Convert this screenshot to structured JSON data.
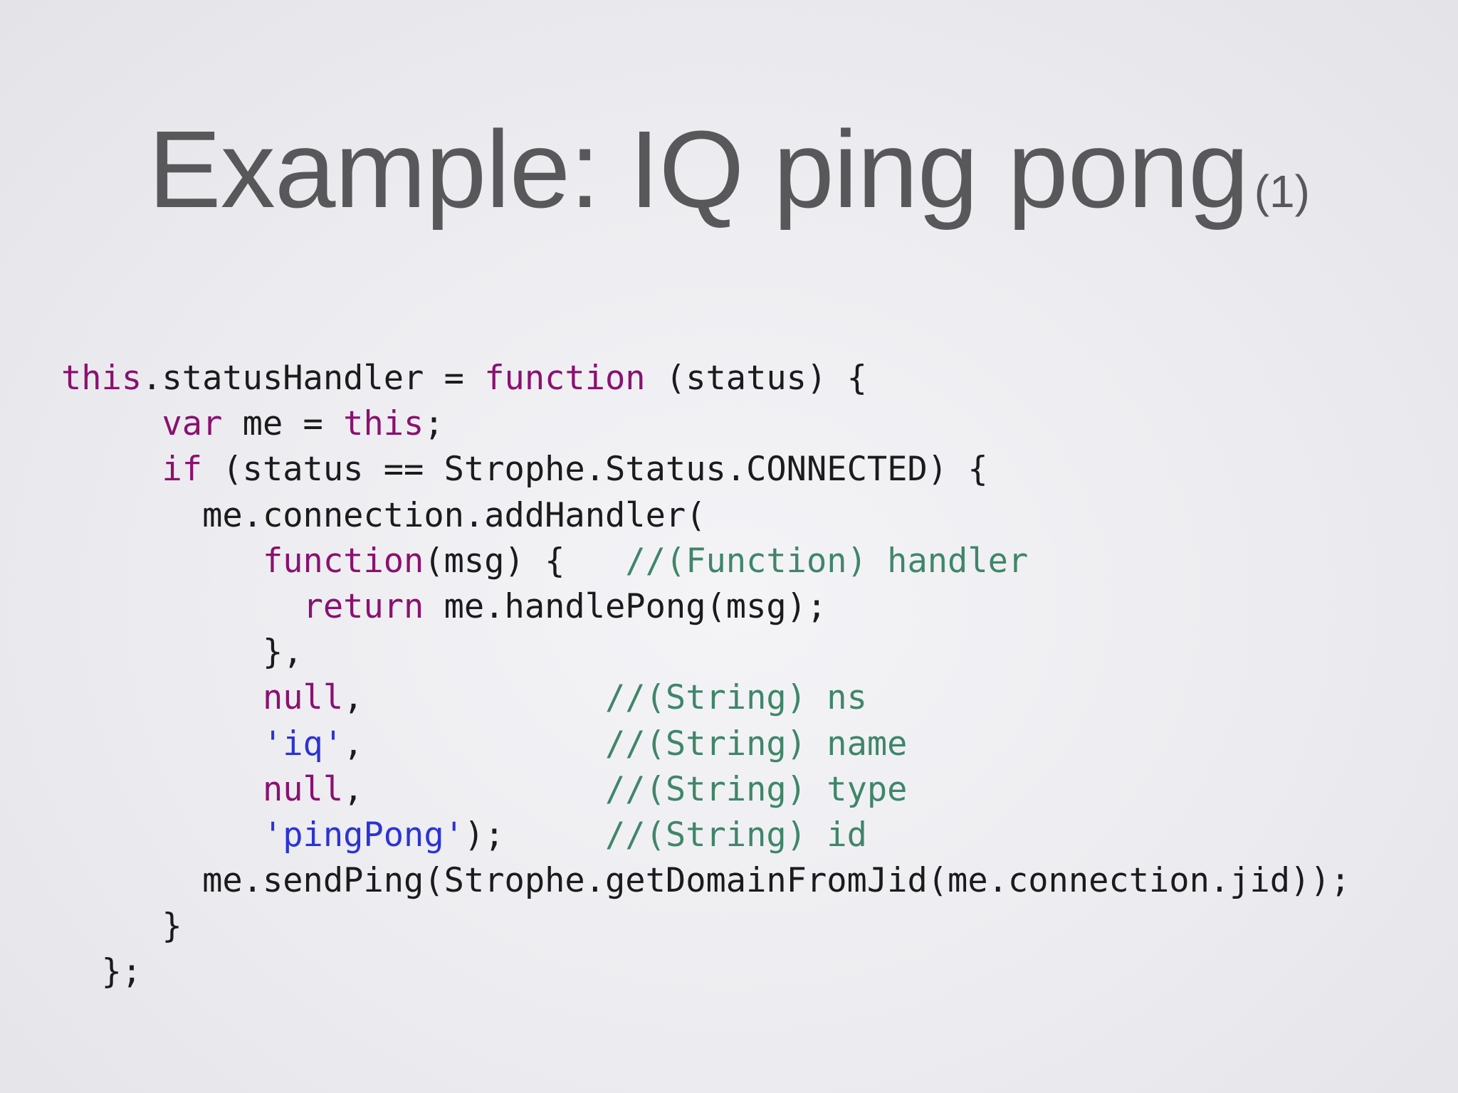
{
  "title": {
    "main": "Example: IQ ping pong",
    "suffix": "(1)"
  },
  "code": {
    "lines": [
      [
        {
          "t": "this",
          "c": "kw"
        },
        {
          "t": ".statusHandler = ",
          "c": "pl"
        },
        {
          "t": "function",
          "c": "kw"
        },
        {
          "t": " (status) {",
          "c": "pl"
        }
      ],
      [
        {
          "t": "     ",
          "c": "pl"
        },
        {
          "t": "var",
          "c": "kw"
        },
        {
          "t": " me = ",
          "c": "pl"
        },
        {
          "t": "this",
          "c": "kw"
        },
        {
          "t": ";",
          "c": "pl"
        }
      ],
      [
        {
          "t": "     ",
          "c": "pl"
        },
        {
          "t": "if",
          "c": "kw"
        },
        {
          "t": " (status == Strophe.Status.CONNECTED) {",
          "c": "pl"
        }
      ],
      [
        {
          "t": "       me.connection.addHandler(",
          "c": "pl"
        }
      ],
      [
        {
          "t": "          ",
          "c": "pl"
        },
        {
          "t": "function",
          "c": "kw"
        },
        {
          "t": "(msg) {   ",
          "c": "pl"
        },
        {
          "t": "//(Function) handler",
          "c": "cm"
        }
      ],
      [
        {
          "t": "            ",
          "c": "pl"
        },
        {
          "t": "return",
          "c": "kw"
        },
        {
          "t": " me.handlePong(msg);",
          "c": "pl"
        }
      ],
      [
        {
          "t": "          },",
          "c": "pl"
        }
      ],
      [
        {
          "t": "          ",
          "c": "pl"
        },
        {
          "t": "null",
          "c": "kw"
        },
        {
          "t": ",            ",
          "c": "pl"
        },
        {
          "t": "//(String) ns",
          "c": "cm"
        }
      ],
      [
        {
          "t": "          ",
          "c": "pl"
        },
        {
          "t": "'iq'",
          "c": "str"
        },
        {
          "t": ",            ",
          "c": "pl"
        },
        {
          "t": "//(String) name",
          "c": "cm"
        }
      ],
      [
        {
          "t": "          ",
          "c": "pl"
        },
        {
          "t": "null",
          "c": "kw"
        },
        {
          "t": ",            ",
          "c": "pl"
        },
        {
          "t": "//(String) type",
          "c": "cm"
        }
      ],
      [
        {
          "t": "          ",
          "c": "pl"
        },
        {
          "t": "'pingPong'",
          "c": "str"
        },
        {
          "t": ");     ",
          "c": "pl"
        },
        {
          "t": "//(String) id",
          "c": "cm"
        }
      ],
      [
        {
          "t": "       me.sendPing(Strophe.getDomainFromJid(me.connection.jid));",
          "c": "pl"
        }
      ],
      [
        {
          "t": "     }",
          "c": "pl"
        }
      ],
      [
        {
          "t": "  };",
          "c": "pl"
        }
      ]
    ]
  }
}
